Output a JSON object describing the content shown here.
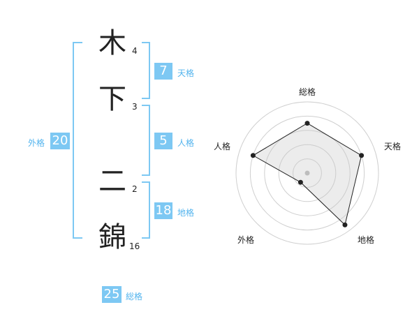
{
  "name": {
    "chars": [
      {
        "char": "木",
        "strokes": "4"
      },
      {
        "char": "下",
        "strokes": "3"
      },
      {
        "char": "二",
        "strokes": "2"
      },
      {
        "char": "錦",
        "strokes": "16"
      }
    ]
  },
  "fortunes": {
    "tenkaku": {
      "value": "7",
      "label": "天格"
    },
    "jinkaku": {
      "value": "5",
      "label": "人格"
    },
    "chikaku": {
      "value": "18",
      "label": "地格"
    },
    "gaikaku": {
      "value": "20",
      "label": "外格"
    },
    "soukaku": {
      "value": "25",
      "label": "総格"
    }
  },
  "colors": {
    "accent": "#7dc8f3",
    "accent_text": "#53b4ee"
  },
  "chart_data": {
    "type": "radar",
    "axes": [
      "総格",
      "天格",
      "地格",
      "外格",
      "人格"
    ],
    "levels": 5,
    "max": 5,
    "values": [
      3.5,
      4.0,
      4.5,
      0.8,
      4.0
    ]
  }
}
